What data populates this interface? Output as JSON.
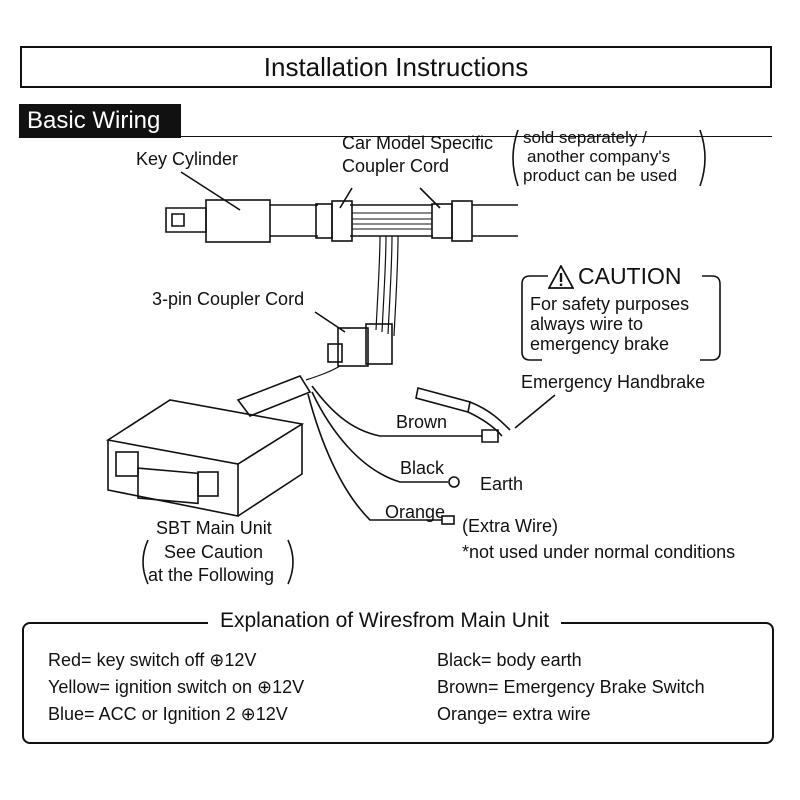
{
  "title": "Installation Instructions",
  "section": "Basic Wiring",
  "labels": {
    "key_cylinder": "Key Cylinder",
    "coupler_line1": "Car Model Specific",
    "coupler_line2": "Coupler Cord",
    "sold_line1": "sold separately /",
    "sold_line2": "another company's",
    "sold_line3": "product can be used",
    "three_pin": "3-pin Coupler Cord",
    "handbrake": "Emergency Handbrake",
    "brown": "Brown",
    "black": "Black",
    "earth": "Earth",
    "orange": "Orange",
    "extra_wire": "(Extra Wire)",
    "not_used": "*not used under normal conditions",
    "main_unit_line1": "SBT Main Unit",
    "main_unit_line2": "See Caution",
    "main_unit_line3": "at the Following"
  },
  "caution": {
    "heading": "CAUTION",
    "line1": "For safety purposes",
    "line2": "always wire to",
    "line3": "emergency brake"
  },
  "explanation": {
    "title": "Explanation of Wiresfrom Main Unit",
    "left": [
      {
        "name": "Red=",
        "desc": "key switch off",
        "value": "12V"
      },
      {
        "name": "Yellow=",
        "desc": "ignition switch on",
        "value": "12V"
      },
      {
        "name": "Blue=",
        "desc": "ACC or Ignition 2",
        "value": "12V"
      }
    ],
    "right": [
      {
        "text": "Black= body earth"
      },
      {
        "text": "Brown= Emergency Brake Switch"
      },
      {
        "text": "Orange= extra wire"
      }
    ]
  }
}
